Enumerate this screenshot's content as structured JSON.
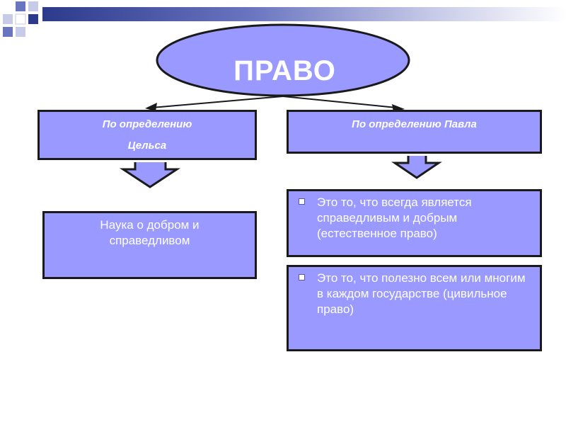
{
  "title": "ПРАВО",
  "branches": [
    {
      "header_lines": [
        "По определению",
        "Цельса"
      ],
      "items": [
        "Наука о добром и справедливом"
      ]
    },
    {
      "header_lines": [
        "По определению Павла"
      ],
      "items": [
        "Это то, что всегда является справедливым и добрым (естественное право)",
        "Это то, что полезно всем или многим в каждом государстве (цивильное право)"
      ]
    }
  ],
  "colors": {
    "shape_fill": "#9999ff",
    "border": "#1a1a1a",
    "text": "#ffffff",
    "deco_dark": "#2b3a8a"
  }
}
